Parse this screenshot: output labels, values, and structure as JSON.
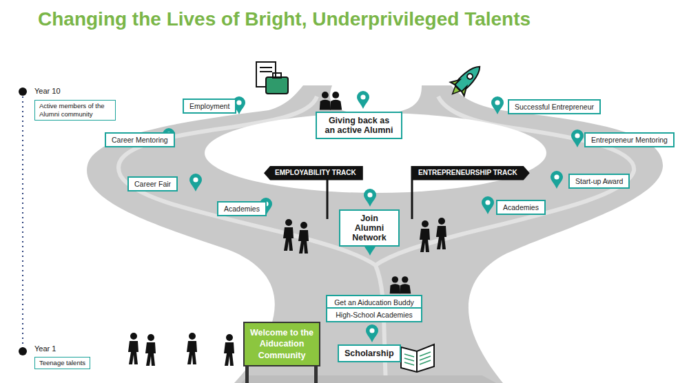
{
  "diagram": {
    "title": "Changing the Lives of Bright, Underprivileged Talents",
    "nodes": [
      {
        "text": [
          "Active members of the Alumni community"
        ]
      },
      {
        "text": [
          "Employment"
        ]
      },
      {
        "text": [
          "Giving back as an active Alumni"
        ]
      },
      {
        "text": [
          "Successful Entrepreneur"
        ]
      },
      {
        "text": [
          "Career Mentoring"
        ]
      },
      {
        "text": [
          "Entrepreneur Mentoring"
        ]
      },
      {
        "text": [
          "EMPLOYABILITY TRACK"
        ]
      },
      {
        "text": [
          "ENTREPRENEURSHIP TRACK"
        ]
      },
      {
        "text": [
          "Career Fair"
        ]
      },
      {
        "text": [
          "Start-up Award"
        ]
      },
      {
        "text": [
          "Academies"
        ]
      },
      {
        "text": [
          "Academies"
        ]
      },
      {
        "text": [
          "Join Alumni Network"
        ]
      },
      {
        "text": [
          "Get an Aiducation Buddy"
        ]
      },
      {
        "text": [
          "High-School Academies"
        ]
      },
      {
        "text": [
          "Welcome to the Aiducation Community"
        ]
      },
      {
        "text": [
          "Scholarship"
        ]
      },
      {
        "text": [
          "Teenage talents"
        ]
      }
    ],
    "labels": [
      "Year 10",
      "Year 1"
    ]
  }
}
